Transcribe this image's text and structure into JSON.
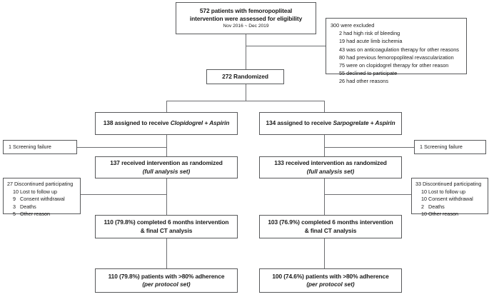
{
  "diagram": {
    "title": "CONSORT participant flow diagram",
    "line_color": "#6d6e71",
    "border_color": "#58595b"
  },
  "enrollment": {
    "line1": "572 patients with femoropopliteal",
    "line2": "intervention were assessed for eligibility",
    "date_range": "Nov 2016 ~ Dec 2019"
  },
  "excluded": {
    "heading": "300 were excluded",
    "reasons": [
      "2 had high risk of bleeding",
      "19 had acute limb ischemia",
      "43 was on anticoagulation  therapy for other reasons",
      "80 had previous femoropopliteal revascularization",
      "75 were on clopidogrel therapy for other reason",
      "55 declined to participate",
      "26 had other reasons"
    ]
  },
  "randomized": {
    "label": "272 Randomized"
  },
  "arms": {
    "left": {
      "assigned_prefix": "138 assigned to receive ",
      "assigned_drug": "Clopidogrel + Aspirin",
      "screening_failure": "1  Screening failure",
      "received_title": "137 received intervention as randomized",
      "received_sub": "(full analysis set)",
      "discontinued_heading": "27 Discontinued participating",
      "discontinued_items": [
        {
          "num": "10",
          "reason": "Lost to follow up"
        },
        {
          "num": "9",
          "reason": "Consent withdrawal"
        },
        {
          "num": "3",
          "reason": "Deaths"
        },
        {
          "num": "5",
          "reason": "Other reason"
        }
      ],
      "completed_title": "110 (79.8%) completed 6 months intervention",
      "completed_line2": "& final CT analysis",
      "adherence_title": "110 (79.8%) patients with >80% adherence",
      "adherence_sub": "(per protocol set)"
    },
    "right": {
      "assigned_prefix": "134 assigned to receive ",
      "assigned_drug": "Sarpogrelate + Aspirin",
      "screening_failure": "1  Screening failure",
      "received_title": "133 received intervention as randomized",
      "received_sub": "(full analysis set)",
      "discontinued_heading": "33 Discontinued participating",
      "discontinued_items": [
        {
          "num": "10",
          "reason": "Lost to follow up"
        },
        {
          "num": "10",
          "reason": "Consent withdrawal"
        },
        {
          "num": "2",
          "reason": "Deaths"
        },
        {
          "num": "10",
          "reason": "Other reason"
        }
      ],
      "completed_title": "103 (76.9%) completed 6 months intervention",
      "completed_line2": "& final CT analysis",
      "adherence_title": "100 (74.6%)  patients with >80% adherence",
      "adherence_sub": "(per protocol set)"
    }
  }
}
